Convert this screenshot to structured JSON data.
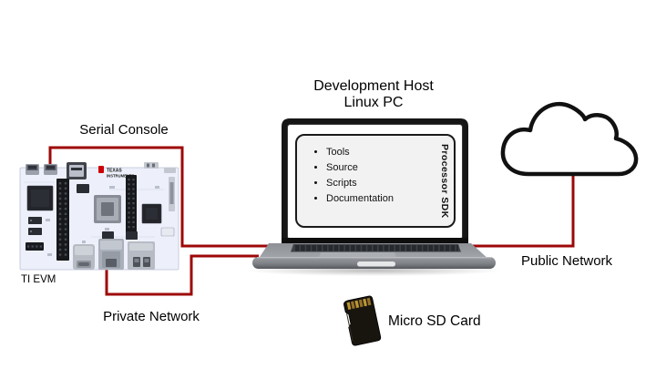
{
  "diagram": {
    "title": {
      "line1": "Development Host",
      "line2": "Linux PC"
    },
    "labels": {
      "serial_console": "Serial Console",
      "ti_evm": "TI EVM",
      "private_network": "Private Network",
      "public_network": "Public Network",
      "micro_sd_card": "Micro SD Card"
    },
    "sdk": {
      "side_label": "Processor SDK",
      "items": [
        "Tools",
        "Source",
        "Scripts",
        "Documentation"
      ]
    },
    "board": {
      "brand_line1": "TEXAS",
      "brand_line2": "INSTRUMENTS"
    },
    "icons": {
      "board": "ti-evm-board-icon",
      "laptop": "laptop-icon",
      "cloud": "cloud-icon",
      "sd_card": "micro-sd-card-icon"
    },
    "colors": {
      "connector_line": "#9e0808",
      "text": "#000000",
      "sdk_box_fill": "#f2f2f2",
      "sdk_box_border": "#1a1a1a"
    }
  }
}
